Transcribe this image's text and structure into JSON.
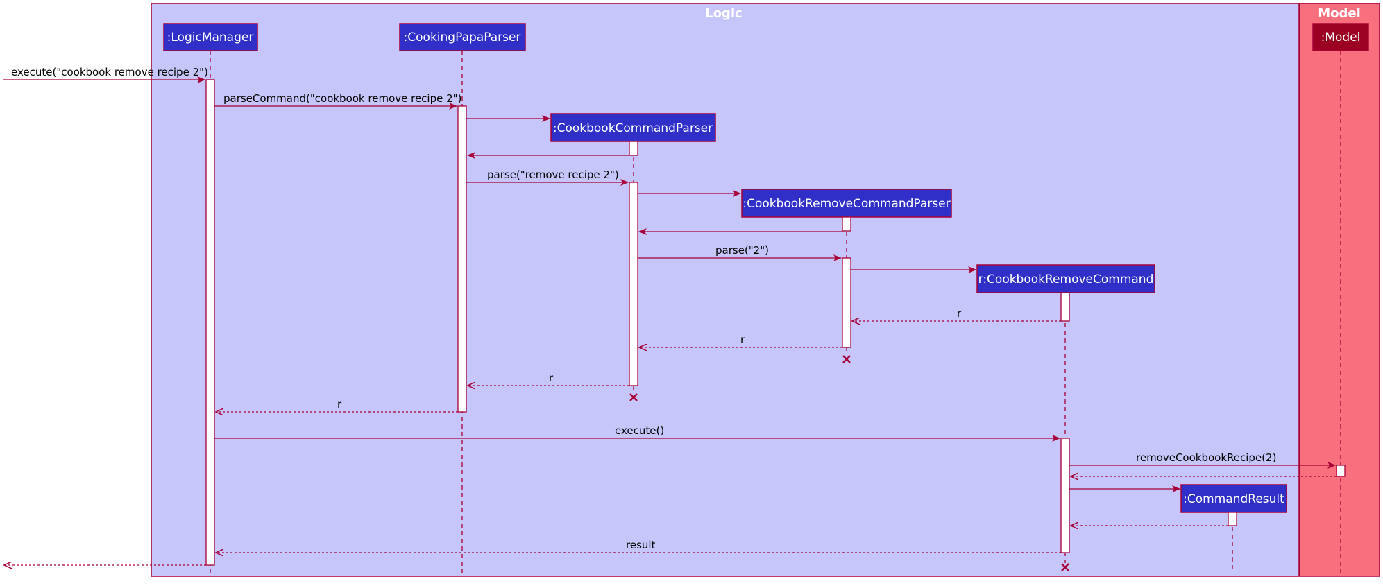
{
  "colors": {
    "logic_group_fill": "#c6c6fa",
    "model_group_fill": "#f8707e",
    "border": "#a80036",
    "participant_fill": "#3030c8",
    "model_participant_fill": "#9b0022",
    "activation_fill": "#ffffff"
  },
  "groups": {
    "logic": {
      "title": "Logic"
    },
    "model": {
      "title": "Model"
    }
  },
  "participants": {
    "logic_manager": {
      "label": ":LogicManager"
    },
    "cooking_papa_parser": {
      "label": ":CookingPapaParser"
    },
    "cookbook_command_parser": {
      "label": ":CookbookCommandParser"
    },
    "cookbook_remove_command_parser": {
      "label": ":CookbookRemoveCommandParser"
    },
    "cookbook_remove_command": {
      "label": "r:CookbookRemoveCommand"
    },
    "command_result": {
      "label": ":CommandResult"
    },
    "model": {
      "label": ":Model"
    }
  },
  "messages": {
    "execute_input": "execute(\"cookbook remove recipe 2\")",
    "parse_command": "parseCommand(\"cookbook remove recipe 2\")",
    "create_cookbook_command_parser": "",
    "return_cookbook_command_parser": "",
    "parse_remove_recipe": "parse(\"remove recipe 2\")",
    "create_remove_command_parser": "",
    "return_remove_command_parser": "",
    "parse_2": "parse(\"2\")",
    "create_remove_command": "",
    "return_r_1": "r",
    "return_r_2": "r",
    "return_r_3": "r",
    "return_r_4": "r",
    "execute": "execute()",
    "remove_cookbook_recipe": "removeCookbookRecipe(2)",
    "return_model": "",
    "create_command_result": "",
    "return_command_result": "",
    "return_result": "result",
    "return_final": ""
  }
}
